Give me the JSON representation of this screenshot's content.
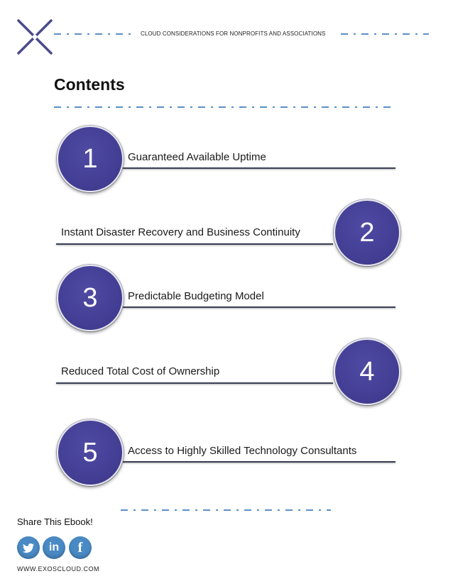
{
  "header": {
    "title": "CLOUD CONSIDERATIONS FOR NONPROFITS AND ASSOCIATIONS",
    "logo_icon": "x-mark-logo",
    "accent_color": "#5b8fc7"
  },
  "contents": {
    "title": "Contents",
    "items": [
      {
        "number": "1",
        "label": "Guaranteed Available Uptime"
      },
      {
        "number": "2",
        "label": "Instant Disaster Recovery and Business Continuity"
      },
      {
        "number": "3",
        "label": "Predictable Budgeting Model"
      },
      {
        "number": "4",
        "label": "Reduced Total Cost of Ownership"
      },
      {
        "number": "5",
        "label": "Access to Highly Skilled Technology Consultants"
      }
    ],
    "circle_color": "#443f95"
  },
  "footer": {
    "share_label": "Share This Ebook!",
    "social": [
      {
        "name": "twitter-icon",
        "glyph": "t",
        "color": "#4a8ac4"
      },
      {
        "name": "linkedin-icon",
        "glyph": "in",
        "color": "#4a8ac4"
      },
      {
        "name": "facebook-icon",
        "glyph": "f",
        "color": "#4a8ac4"
      }
    ],
    "website": "WWW.EXOSCLOUD.COM"
  }
}
